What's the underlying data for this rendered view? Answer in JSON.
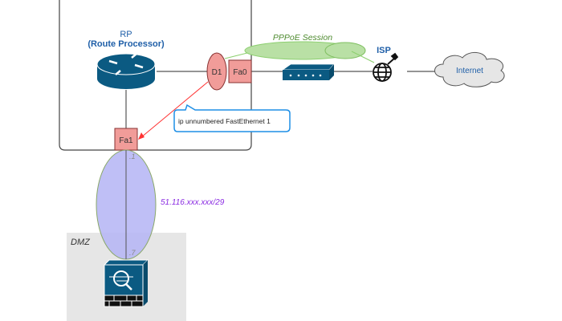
{
  "router": {
    "title": "RP",
    "subtitle": "(Route Processor)"
  },
  "interfaces": {
    "d1": "D1",
    "fa0": "Fa0",
    "fa1": "Fa1"
  },
  "pppoe_label": "PPPoE Session",
  "isp_label": "ISP",
  "internet_label": "Internet",
  "callout_text": "ip unnumbered FastEthernet 1",
  "subnet": {
    "label": "51.116.xxx.xxx/29",
    "host_first": ".1",
    "host_last": ".7"
  },
  "dmz_label": "DMZ",
  "colors": {
    "cisco_blue": "#0b5a82",
    "interface_fill": "#f19c99",
    "pppoe_fill": "#b9e0a5",
    "subnet_fill": "#b4b4f5",
    "accent_blue": "#1f6fc9",
    "arrow_red": "#ff3333"
  }
}
